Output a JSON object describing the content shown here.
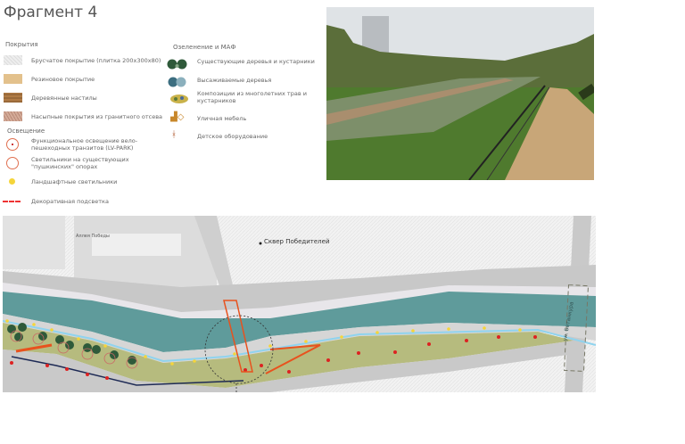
{
  "title": "Фрагмент 4",
  "legend": {
    "surfaces": {
      "heading": "Покрытия",
      "items": [
        "Брусчатое покрытие (плитка 200х300х80)",
        "Резиновое покрытие",
        "Деревянные настилы",
        "Насыпные покрытия из гранитного отсева"
      ]
    },
    "lighting": {
      "heading": "Освещение",
      "items": [
        "Функциональное освещение вело-пешеходных транзитов (LV-PARK)",
        "Светильники на существующих \"пушкинских\" опорах",
        "Ландшафтные светильники",
        "Декоративная подсветка"
      ]
    },
    "greenery": {
      "heading": "Озеленение и МАФ",
      "items": [
        "Существующие деревья и кустарники",
        "Высаживаемые деревья",
        "Композиции из многолетних трав и кустарников",
        "Уличная мебель",
        "Детское оборудование"
      ]
    }
  },
  "map": {
    "labels": {
      "square": "Сквер Победителей",
      "alley": "Аллея Победы",
      "street": "ул. Бетанкура"
    }
  },
  "colors": {
    "river": "#5f9b9b",
    "lawn": "#b6bb7e",
    "road": "#c9c9c9",
    "accent": "#e8521e",
    "lamp": "#f5d53a"
  }
}
